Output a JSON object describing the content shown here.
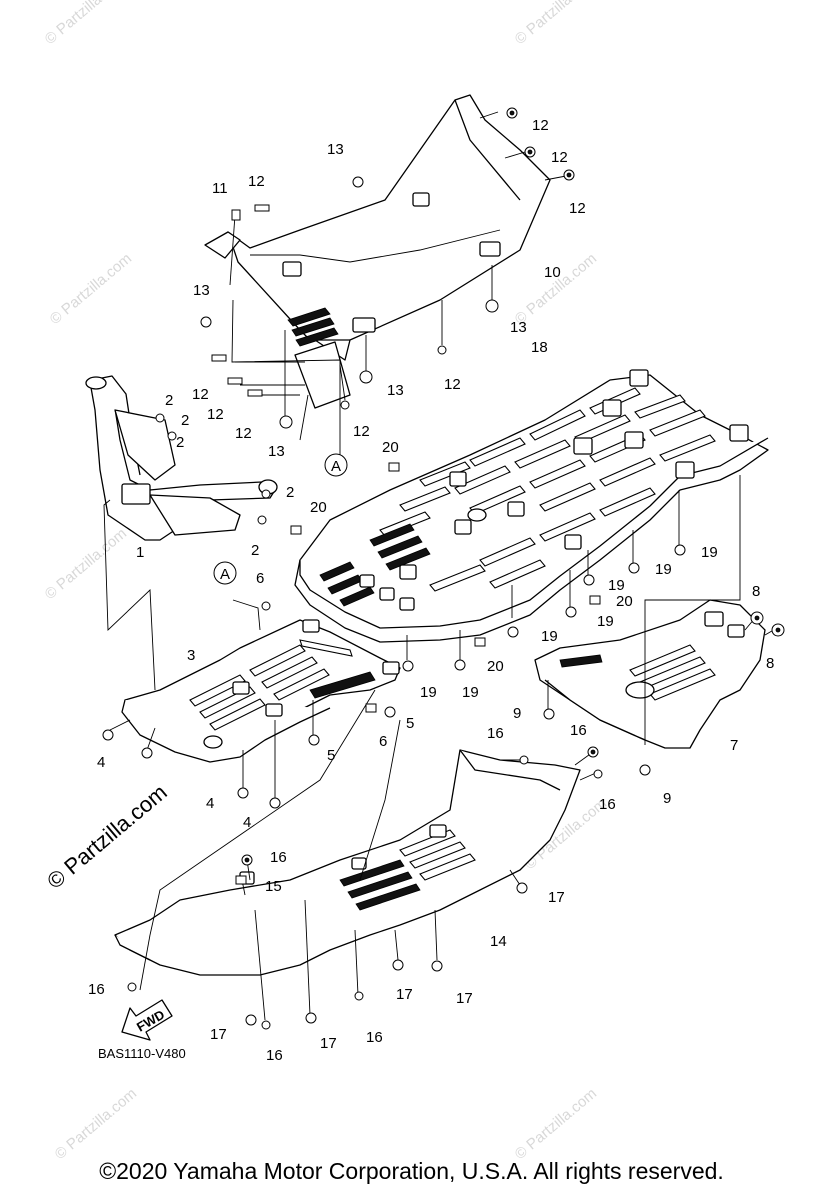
{
  "watermark": "© Partzilla.com",
  "diagram_code": "BAS1110-V480",
  "fwd_label": "FWD",
  "ref_marker": "A",
  "copyright": "©2020 Yamaha Motor Corporation, U.S.A. All rights reserved.",
  "callouts": [
    "1",
    "2",
    "2",
    "2",
    "2",
    "2",
    "3",
    "4",
    "4",
    "4",
    "5",
    "5",
    "6",
    "6",
    "7",
    "8",
    "8",
    "9",
    "9",
    "10",
    "11",
    "12",
    "12",
    "12",
    "12",
    "12",
    "12",
    "12",
    "12",
    "12",
    "13",
    "13",
    "13",
    "13",
    "13",
    "14",
    "15",
    "16",
    "16",
    "16",
    "16",
    "16",
    "16",
    "16",
    "16",
    "17",
    "17",
    "17",
    "17",
    "17",
    "17",
    "18",
    "19",
    "19",
    "19",
    "19",
    "19",
    "19",
    "19",
    "20",
    "20",
    "20",
    "20"
  ]
}
